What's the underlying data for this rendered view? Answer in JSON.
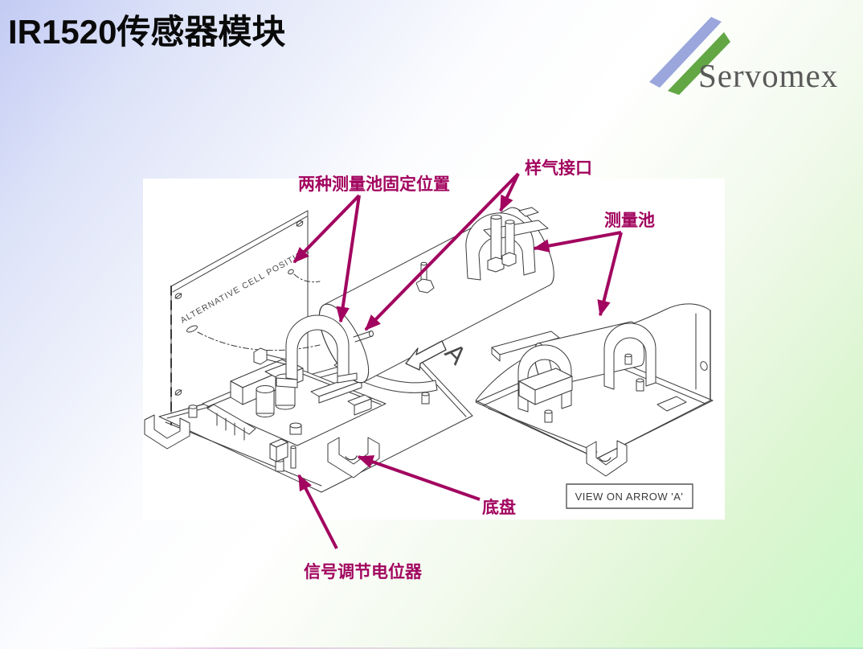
{
  "slide": {
    "title": "IR1520传感器模块",
    "logo": {
      "brand": "Servomex"
    },
    "colors": {
      "annotation": "#a2055f",
      "background_top_left": "#c3cbf4",
      "background_bottom_right": "#c9f8c8",
      "drawing_line": "#3a3a3a",
      "logo_stripe_blue": "#9aa6dc",
      "logo_stripe_green": "#62a744",
      "logo_text_gray": "#5a5a5a"
    },
    "diagram": {
      "panel_text": "ALTERNATIVE CELL POSITION",
      "view_label": "VIEW  ON  ARROW  'A'",
      "arrow_letter": "A",
      "callouts": [
        {
          "id": "cell-positions",
          "text": "两种测量池固定位置"
        },
        {
          "id": "gas-ports",
          "text": "样气接口"
        },
        {
          "id": "cell",
          "text": "测量池"
        },
        {
          "id": "chassis",
          "text": "底盘"
        },
        {
          "id": "potentiometer",
          "text": "信号调节电位器"
        }
      ]
    }
  }
}
